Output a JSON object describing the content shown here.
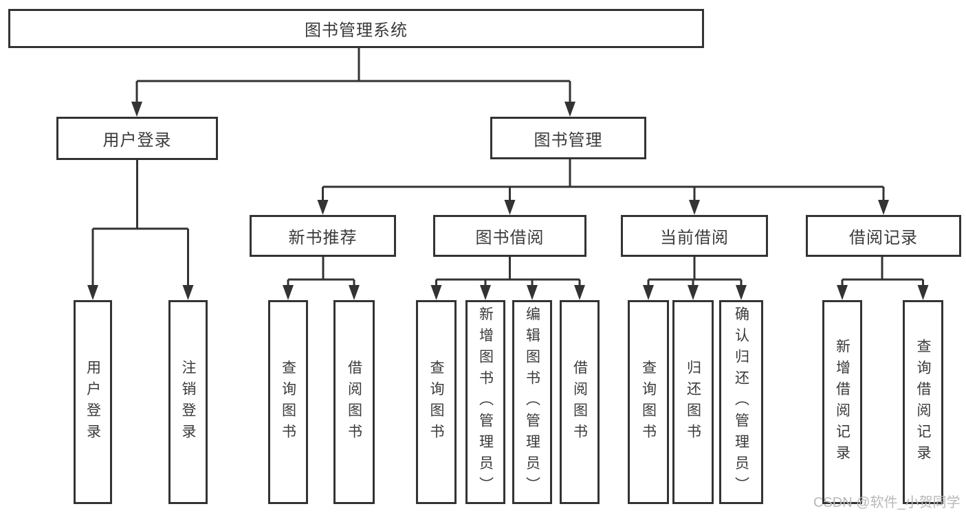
{
  "tree": {
    "root": {
      "label": "图书管理系统"
    },
    "branches": [
      {
        "label": "用户登录",
        "children": [
          {
            "label": "用户登录"
          },
          {
            "label": "注销登录"
          }
        ]
      },
      {
        "label": "图书管理",
        "sections": [
          {
            "label": "新书推荐",
            "children": [
              {
                "label": "查询图书"
              },
              {
                "label": "借阅图书"
              }
            ]
          },
          {
            "label": "图书借阅",
            "children": [
              {
                "label": "查询图书"
              },
              {
                "label": "新增图书（管理员）"
              },
              {
                "label": "编辑图书（管理员）"
              },
              {
                "label": "借阅图书"
              }
            ]
          },
          {
            "label": "当前借阅",
            "children": [
              {
                "label": "查询图书"
              },
              {
                "label": "归还图书"
              },
              {
                "label": "确认归还（管理员）"
              }
            ]
          },
          {
            "label": "借阅记录",
            "children": [
              {
                "label": "新增借阅记录"
              },
              {
                "label": "查询借阅记录"
              }
            ]
          }
        ]
      }
    ]
  },
  "watermark": "CSDN @软件_小贺同学",
  "colors": {
    "line": "#333333",
    "box_border": "#333333",
    "box_background": "#ffffff",
    "text": "#3a3a3a",
    "watermark": "#b8b8b8",
    "page_background": "#ffffff"
  }
}
